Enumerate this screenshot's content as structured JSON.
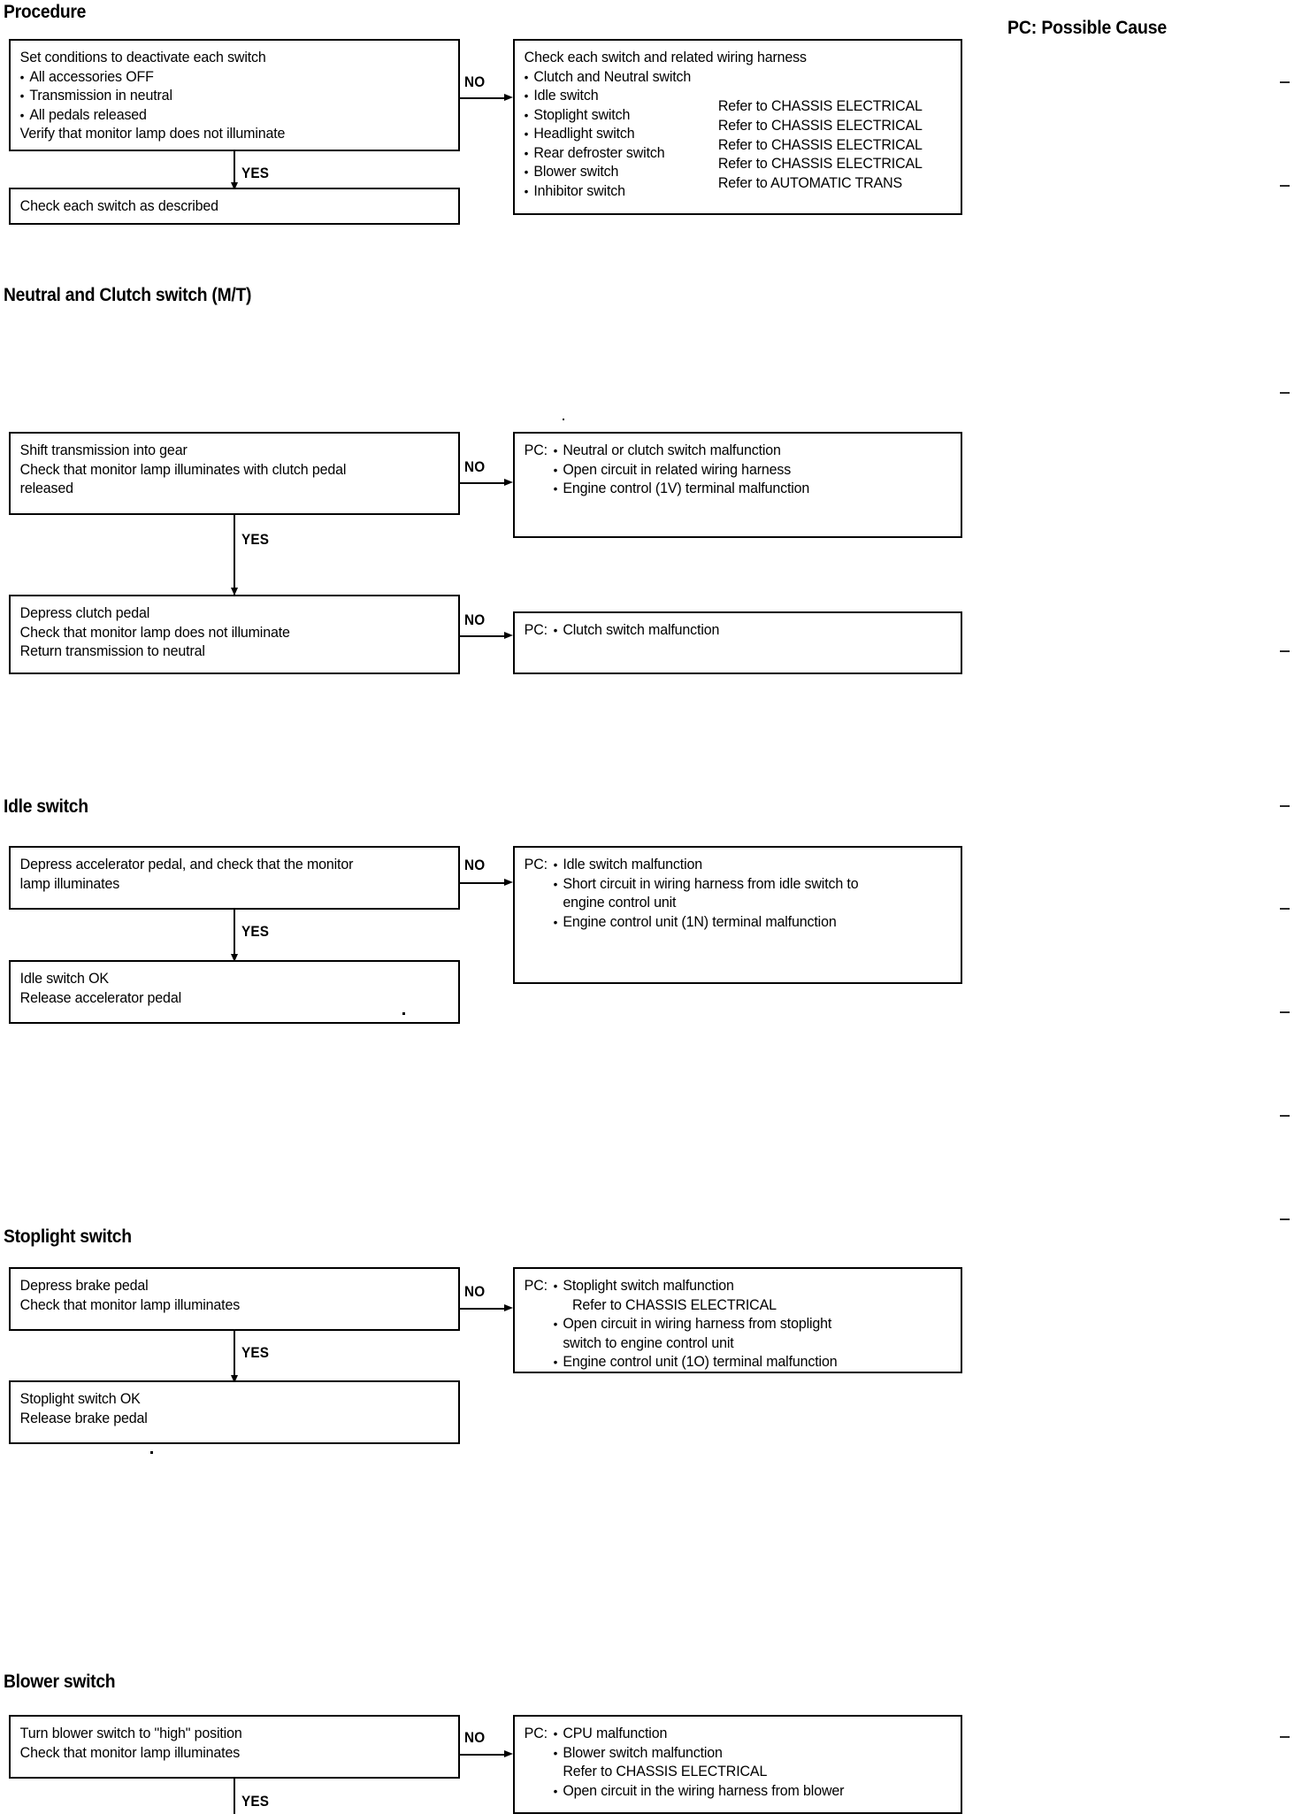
{
  "document": {
    "legend": "PC: Possible Cause",
    "yes_label": "YES",
    "no_label": "NO",
    "pc_prefix": "PC:"
  },
  "sections": [
    {
      "heading": "Procedure",
      "check_box": {
        "lines": [
          "Set conditions to deactivate each switch",
          "Verify that monitor lamp does not illuminate"
        ],
        "bullets": [
          "All accessories OFF",
          "Transmission in neutral",
          "All pedals released"
        ]
      },
      "result_box": {
        "lines": [
          "Check each switch as described"
        ]
      },
      "cause_box": {
        "title": "Check each switch and related wiring harness",
        "items": [
          {
            "label": "Clutch and Neutral switch",
            "ref": ""
          },
          {
            "label": "Idle switch",
            "ref": ""
          },
          {
            "label": "Stoplight switch",
            "ref": "Refer to CHASSIS ELECTRICAL"
          },
          {
            "label": "Headlight switch",
            "ref": "Refer to CHASSIS ELECTRICAL"
          },
          {
            "label": "Rear defroster switch",
            "ref": "Refer to CHASSIS ELECTRICAL"
          },
          {
            "label": "Blower switch",
            "ref": "Refer to CHASSIS ELECTRICAL"
          },
          {
            "label": "Inhibitor switch",
            "ref": "Refer to AUTOMATIC TRANS"
          }
        ]
      }
    },
    {
      "heading": "Neutral and Clutch switch (M/T)",
      "check_box": {
        "lines": [
          "Shift transmission into gear",
          "Check that monitor lamp illuminates with clutch pedal",
          "released"
        ]
      },
      "cause_box": {
        "bullets": [
          "Neutral or clutch switch malfunction",
          "Open circuit in related wiring harness",
          "Engine control (1V) terminal malfunction"
        ]
      },
      "result_box": {
        "lines": [
          "Depress clutch pedal",
          "Check that monitor lamp does not illuminate",
          "Return transmission to neutral"
        ]
      },
      "result_cause_box": {
        "bullets": [
          "Clutch switch malfunction"
        ]
      }
    },
    {
      "heading": "Idle switch",
      "check_box": {
        "lines": [
          "Depress accelerator pedal, and check that the monitor",
          "lamp illuminates"
        ]
      },
      "cause_box": {
        "bullets": [
          "Idle switch malfunction",
          "Short circuit in wiring harness from idle switch to",
          "Engine control unit (1N) terminal malfunction"
        ],
        "continuation": "engine control unit"
      },
      "result_box": {
        "lines": [
          "Idle switch OK",
          "Release accelerator pedal"
        ]
      }
    },
    {
      "heading": "Stoplight switch",
      "check_box": {
        "lines": [
          "Depress brake pedal",
          "Check that monitor lamp illuminates"
        ]
      },
      "cause_box": {
        "bullets": [
          "Stoplight switch malfunction",
          "Open circuit in wiring harness from stoplight",
          "Engine control unit (1O) terminal malfunction"
        ],
        "continuation_1": "Refer to CHASSIS ELECTRICAL",
        "continuation_2": "switch to engine control unit"
      },
      "result_box": {
        "lines": [
          "Stoplight switch OK",
          "Release brake pedal"
        ]
      }
    },
    {
      "heading": "Blower switch",
      "check_box": {
        "lines": [
          "Turn blower switch to \"high\" position",
          "Check that monitor lamp illuminates"
        ]
      },
      "cause_box": {
        "bullets": [
          "CPU malfunction",
          "Blower switch malfunction",
          "Open circuit in the wiring harness from blower"
        ],
        "continuation": "Refer to CHASSIS ELECTRICAL"
      }
    }
  ]
}
